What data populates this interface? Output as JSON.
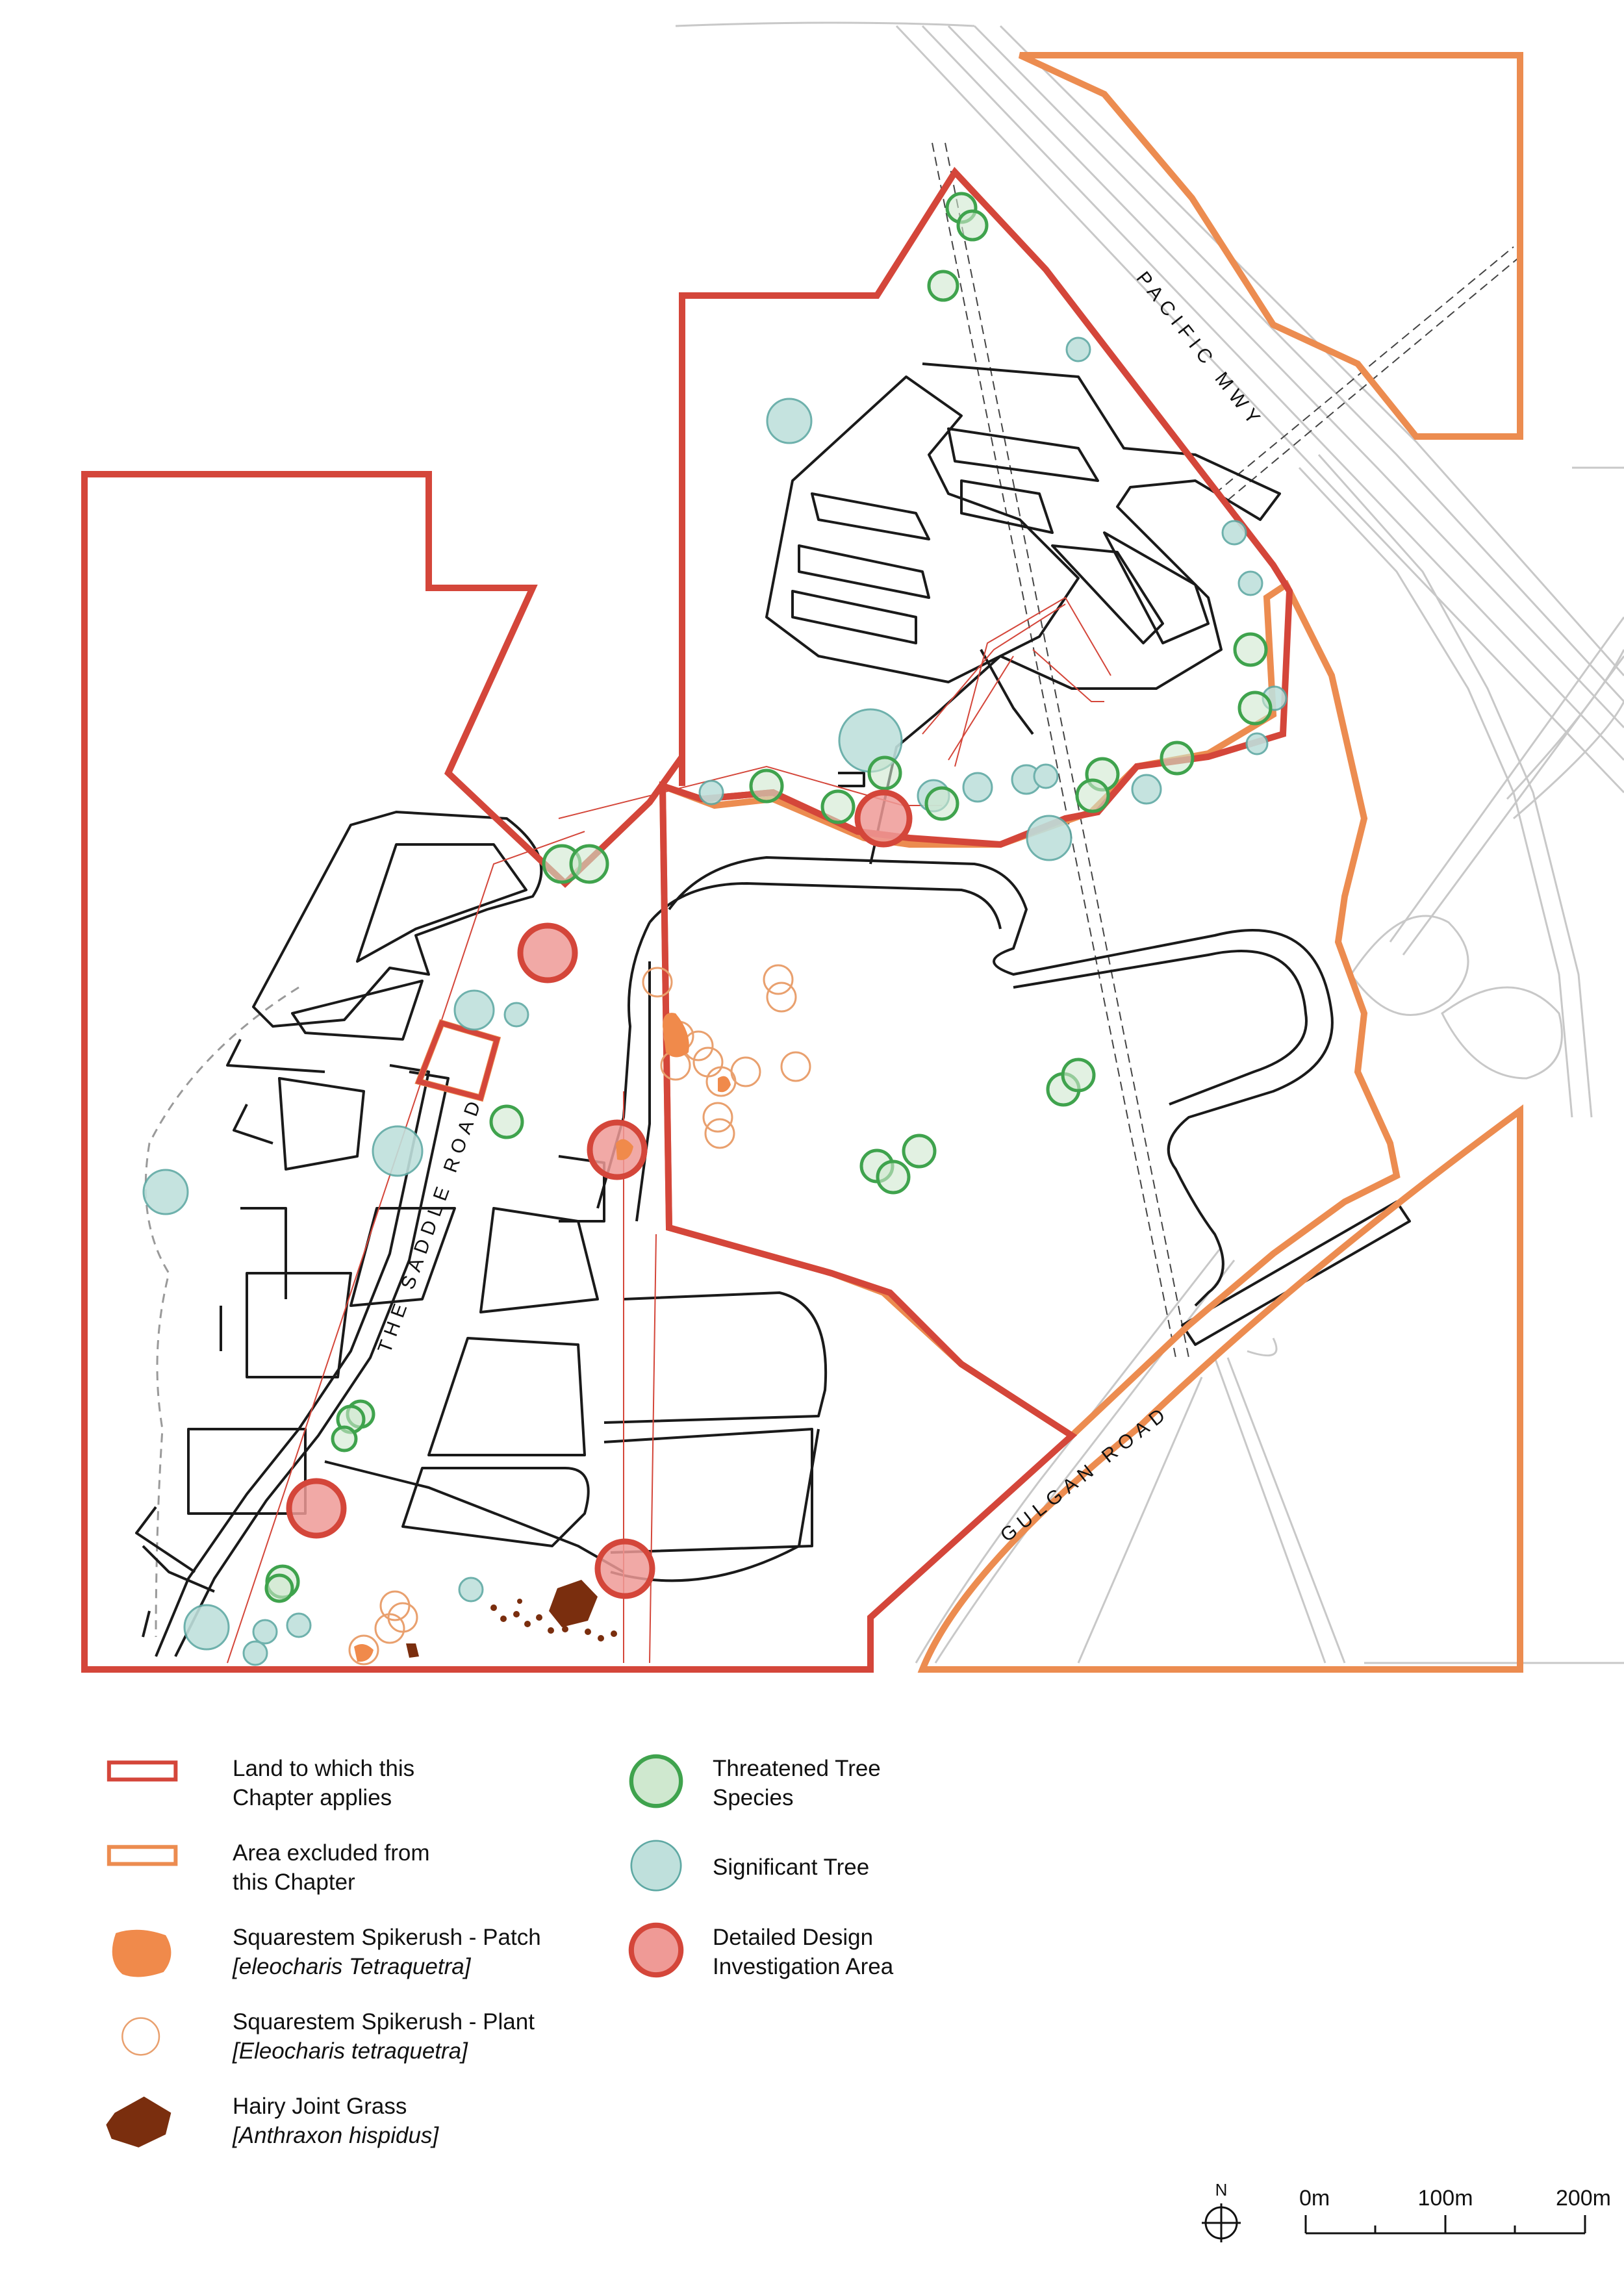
{
  "map": {
    "roads": {
      "pacific_mwy": "PACIFIC MWY",
      "the_saddle_road": "THE SADDLE ROAD",
      "gulgan_road": "GULGAN ROAD"
    },
    "colors": {
      "chapter_boundary": "#d4463a",
      "excluded_area": "#ec8c50",
      "threatened_tree_stroke": "#3fa34d",
      "threatened_tree_fill": "#cfe8cf",
      "significant_tree_fill": "#bfe0dc",
      "significant_tree_stroke": "#5fa9a4",
      "design_area_fill": "#ef9a96",
      "spikerush_patch": "#f08a4b",
      "spikerush_plant": "#e9a06e",
      "hairy_joint_grass": "#7a2e0e",
      "roads": "#222222",
      "context_roads": "#bdbdbd"
    }
  },
  "legend": {
    "items": [
      {
        "l1": "Land to which this",
        "l2": "Chapter applies",
        "latin": ""
      },
      {
        "l1": "Area excluded from",
        "l2": "this Chapter",
        "latin": ""
      },
      {
        "l1": "Squarestem Spikerush - Patch",
        "l2": "",
        "latin": "[eleocharis Tetraquetra]"
      },
      {
        "l1": "Squarestem Spikerush - Plant",
        "l2": "",
        "latin": "[Eleocharis tetraquetra]"
      },
      {
        "l1": "Hairy Joint Grass",
        "l2": "",
        "latin": "[Anthraxon hispidus]"
      },
      {
        "l1": "Threatened Tree",
        "l2": "Species",
        "latin": ""
      },
      {
        "l1": "Significant Tree",
        "l2": "",
        "latin": ""
      },
      {
        "l1": "Detailed Design",
        "l2": "Investigation Area",
        "latin": ""
      }
    ]
  },
  "scale_bar": {
    "north": "N",
    "ticks": [
      "0m",
      "100m",
      "200m"
    ]
  }
}
